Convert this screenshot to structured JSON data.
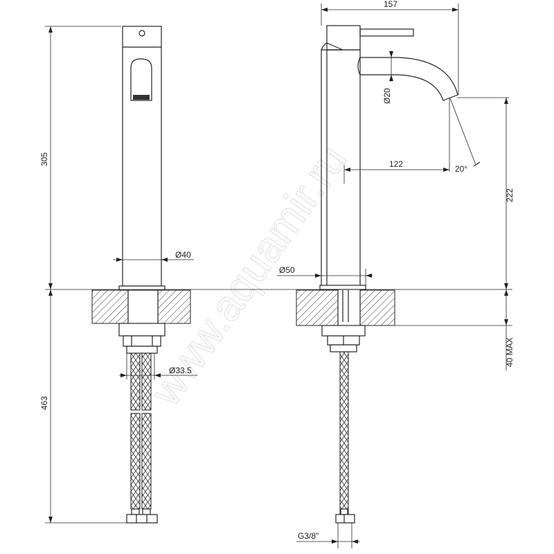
{
  "watermark": "www.aquamir.ru",
  "front_view": {
    "height_above_counter": "305",
    "height_below_counter": "463",
    "body_diameter": "Ø40",
    "hose_diameter": "Ø33.5"
  },
  "side_view": {
    "overall_width": "157",
    "spout_diameter": "Ø20",
    "spout_reach": "122",
    "spout_angle": "20°",
    "spout_height": "222",
    "base_diameter": "Ø50",
    "max_counter_thickness": "40 MAX",
    "connection_thread": "G3/8\""
  },
  "colors": {
    "line": "#222222",
    "watermark": "#dddddd"
  }
}
